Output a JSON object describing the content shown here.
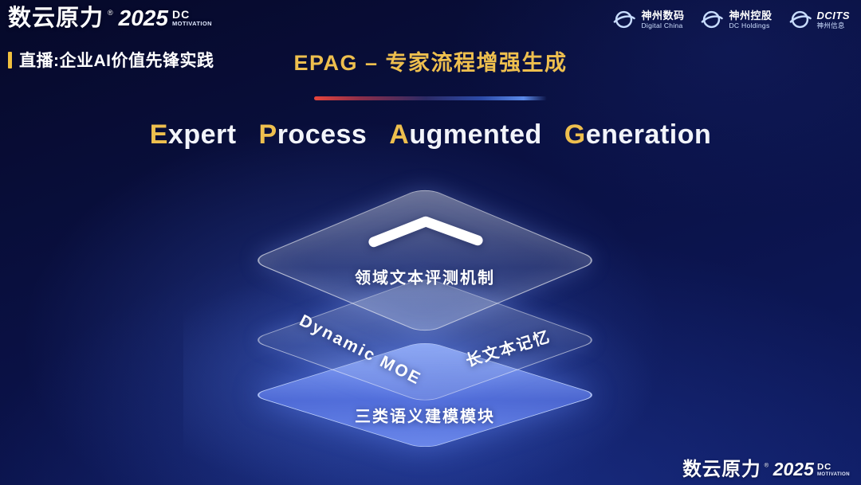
{
  "brand": {
    "name": "数云原力",
    "reg": "®",
    "year": "2025",
    "sub_top": "DC",
    "sub_bottom": "MOTIVATION"
  },
  "header": {
    "live_label": "直播:企业AI价值先锋实践",
    "title": "EPAG – 专家流程增强生成"
  },
  "partners": [
    {
      "title": "神州数码",
      "subtitle": "Digital China"
    },
    {
      "title": "神州控股",
      "subtitle": "DC Holdings"
    },
    {
      "title": "DCITS",
      "subtitle": "神州信息"
    }
  ],
  "headline": {
    "words": [
      {
        "first": "E",
        "rest": "xpert"
      },
      {
        "first": "P",
        "rest": "rocess"
      },
      {
        "first": "A",
        "rest": "ugmented"
      },
      {
        "first": "G",
        "rest": "eneration"
      }
    ]
  },
  "diagram": {
    "top_layer_label": "领域文本评测机制",
    "middle_layer_label_left": "Dynamic MOE",
    "middle_layer_label_right": "长文本记忆",
    "bottom_layer_label": "三类语义建模模块"
  },
  "colors": {
    "accent_gold": "#eebf4e",
    "layer_blue": "#6b8cf5",
    "background_navy": "#0a1145",
    "divider_red": "#e8453c",
    "divider_blue": "#5b8ae8"
  }
}
